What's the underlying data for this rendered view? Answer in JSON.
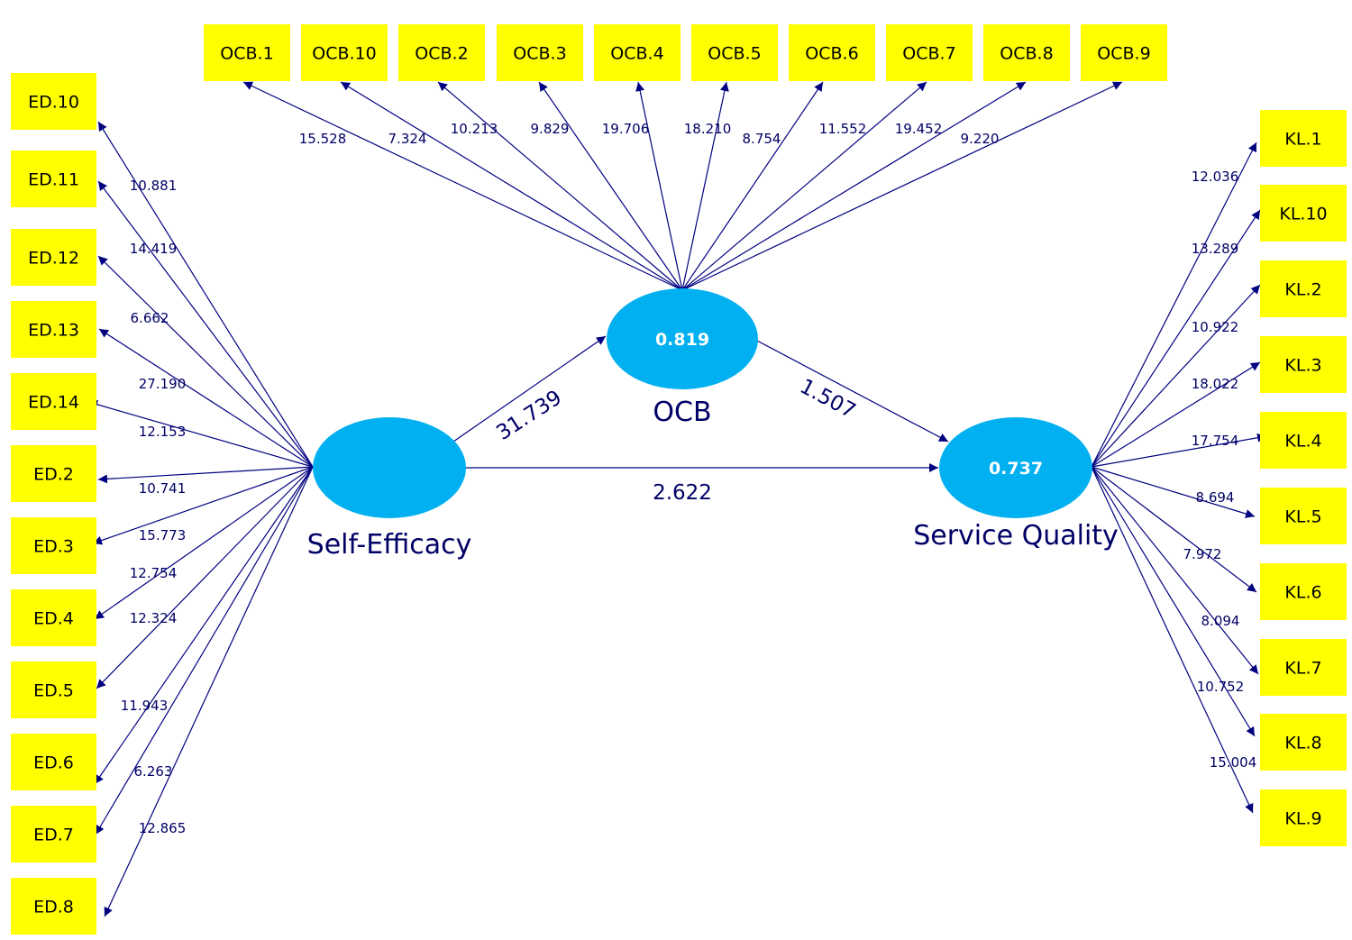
{
  "colors": {
    "indicator_fill": "#ffff00",
    "construct_fill": "#00b0f0",
    "arrow": "#000080",
    "label_text": "#000066"
  },
  "constructs": {
    "self_efficacy": {
      "name": "Self-Efficacy",
      "r2": ""
    },
    "ocb": {
      "name": "OCB",
      "r2": "0.819"
    },
    "service_quality": {
      "name": "Service Quality",
      "r2": "0.737"
    }
  },
  "paths": {
    "se_to_ocb": "31.739",
    "ocb_to_sq": "1.507",
    "se_to_sq": "2.622"
  },
  "ocb_indicators": [
    {
      "label": "OCB.1",
      "value": "15.528"
    },
    {
      "label": "OCB.10",
      "value": "7.324"
    },
    {
      "label": "OCB.2",
      "value": "10.213"
    },
    {
      "label": "OCB.3",
      "value": "9.829"
    },
    {
      "label": "OCB.4",
      "value": "19.706"
    },
    {
      "label": "OCB.5",
      "value": "18.210"
    },
    {
      "label": "OCB.6",
      "value": "8.754"
    },
    {
      "label": "OCB.7",
      "value": "11.552"
    },
    {
      "label": "OCB.8",
      "value": "19.452"
    },
    {
      "label": "OCB.9",
      "value": "9.220"
    }
  ],
  "ed_indicators": [
    {
      "label": "ED.10",
      "value": "10.881"
    },
    {
      "label": "ED.11",
      "value": "14.419"
    },
    {
      "label": "ED.12",
      "value": "6.662"
    },
    {
      "label": "ED.13",
      "value": "27.190"
    },
    {
      "label": "ED.14",
      "value": "12.153"
    },
    {
      "label": "ED.2",
      "value": "10.741"
    },
    {
      "label": "ED.3",
      "value": "15.773"
    },
    {
      "label": "ED.4",
      "value": "12.754"
    },
    {
      "label": "ED.5",
      "value": "12.324"
    },
    {
      "label": "ED.6",
      "value": "11.943"
    },
    {
      "label": "ED.7",
      "value": "6.263"
    },
    {
      "label": "ED.8",
      "value": "12.865"
    }
  ],
  "kl_indicators": [
    {
      "label": "KL.1",
      "value": "12.036"
    },
    {
      "label": "KL.10",
      "value": "13.289"
    },
    {
      "label": "KL.2",
      "value": "10.922"
    },
    {
      "label": "KL.3",
      "value": "18.022"
    },
    {
      "label": "KL.4",
      "value": "17.754"
    },
    {
      "label": "KL.5",
      "value": "8.694"
    },
    {
      "label": "KL.6",
      "value": "7.972"
    },
    {
      "label": "KL.7",
      "value": "8.094"
    },
    {
      "label": "KL.8",
      "value": "10.752"
    },
    {
      "label": "KL.9",
      "value": "15.004"
    }
  ]
}
